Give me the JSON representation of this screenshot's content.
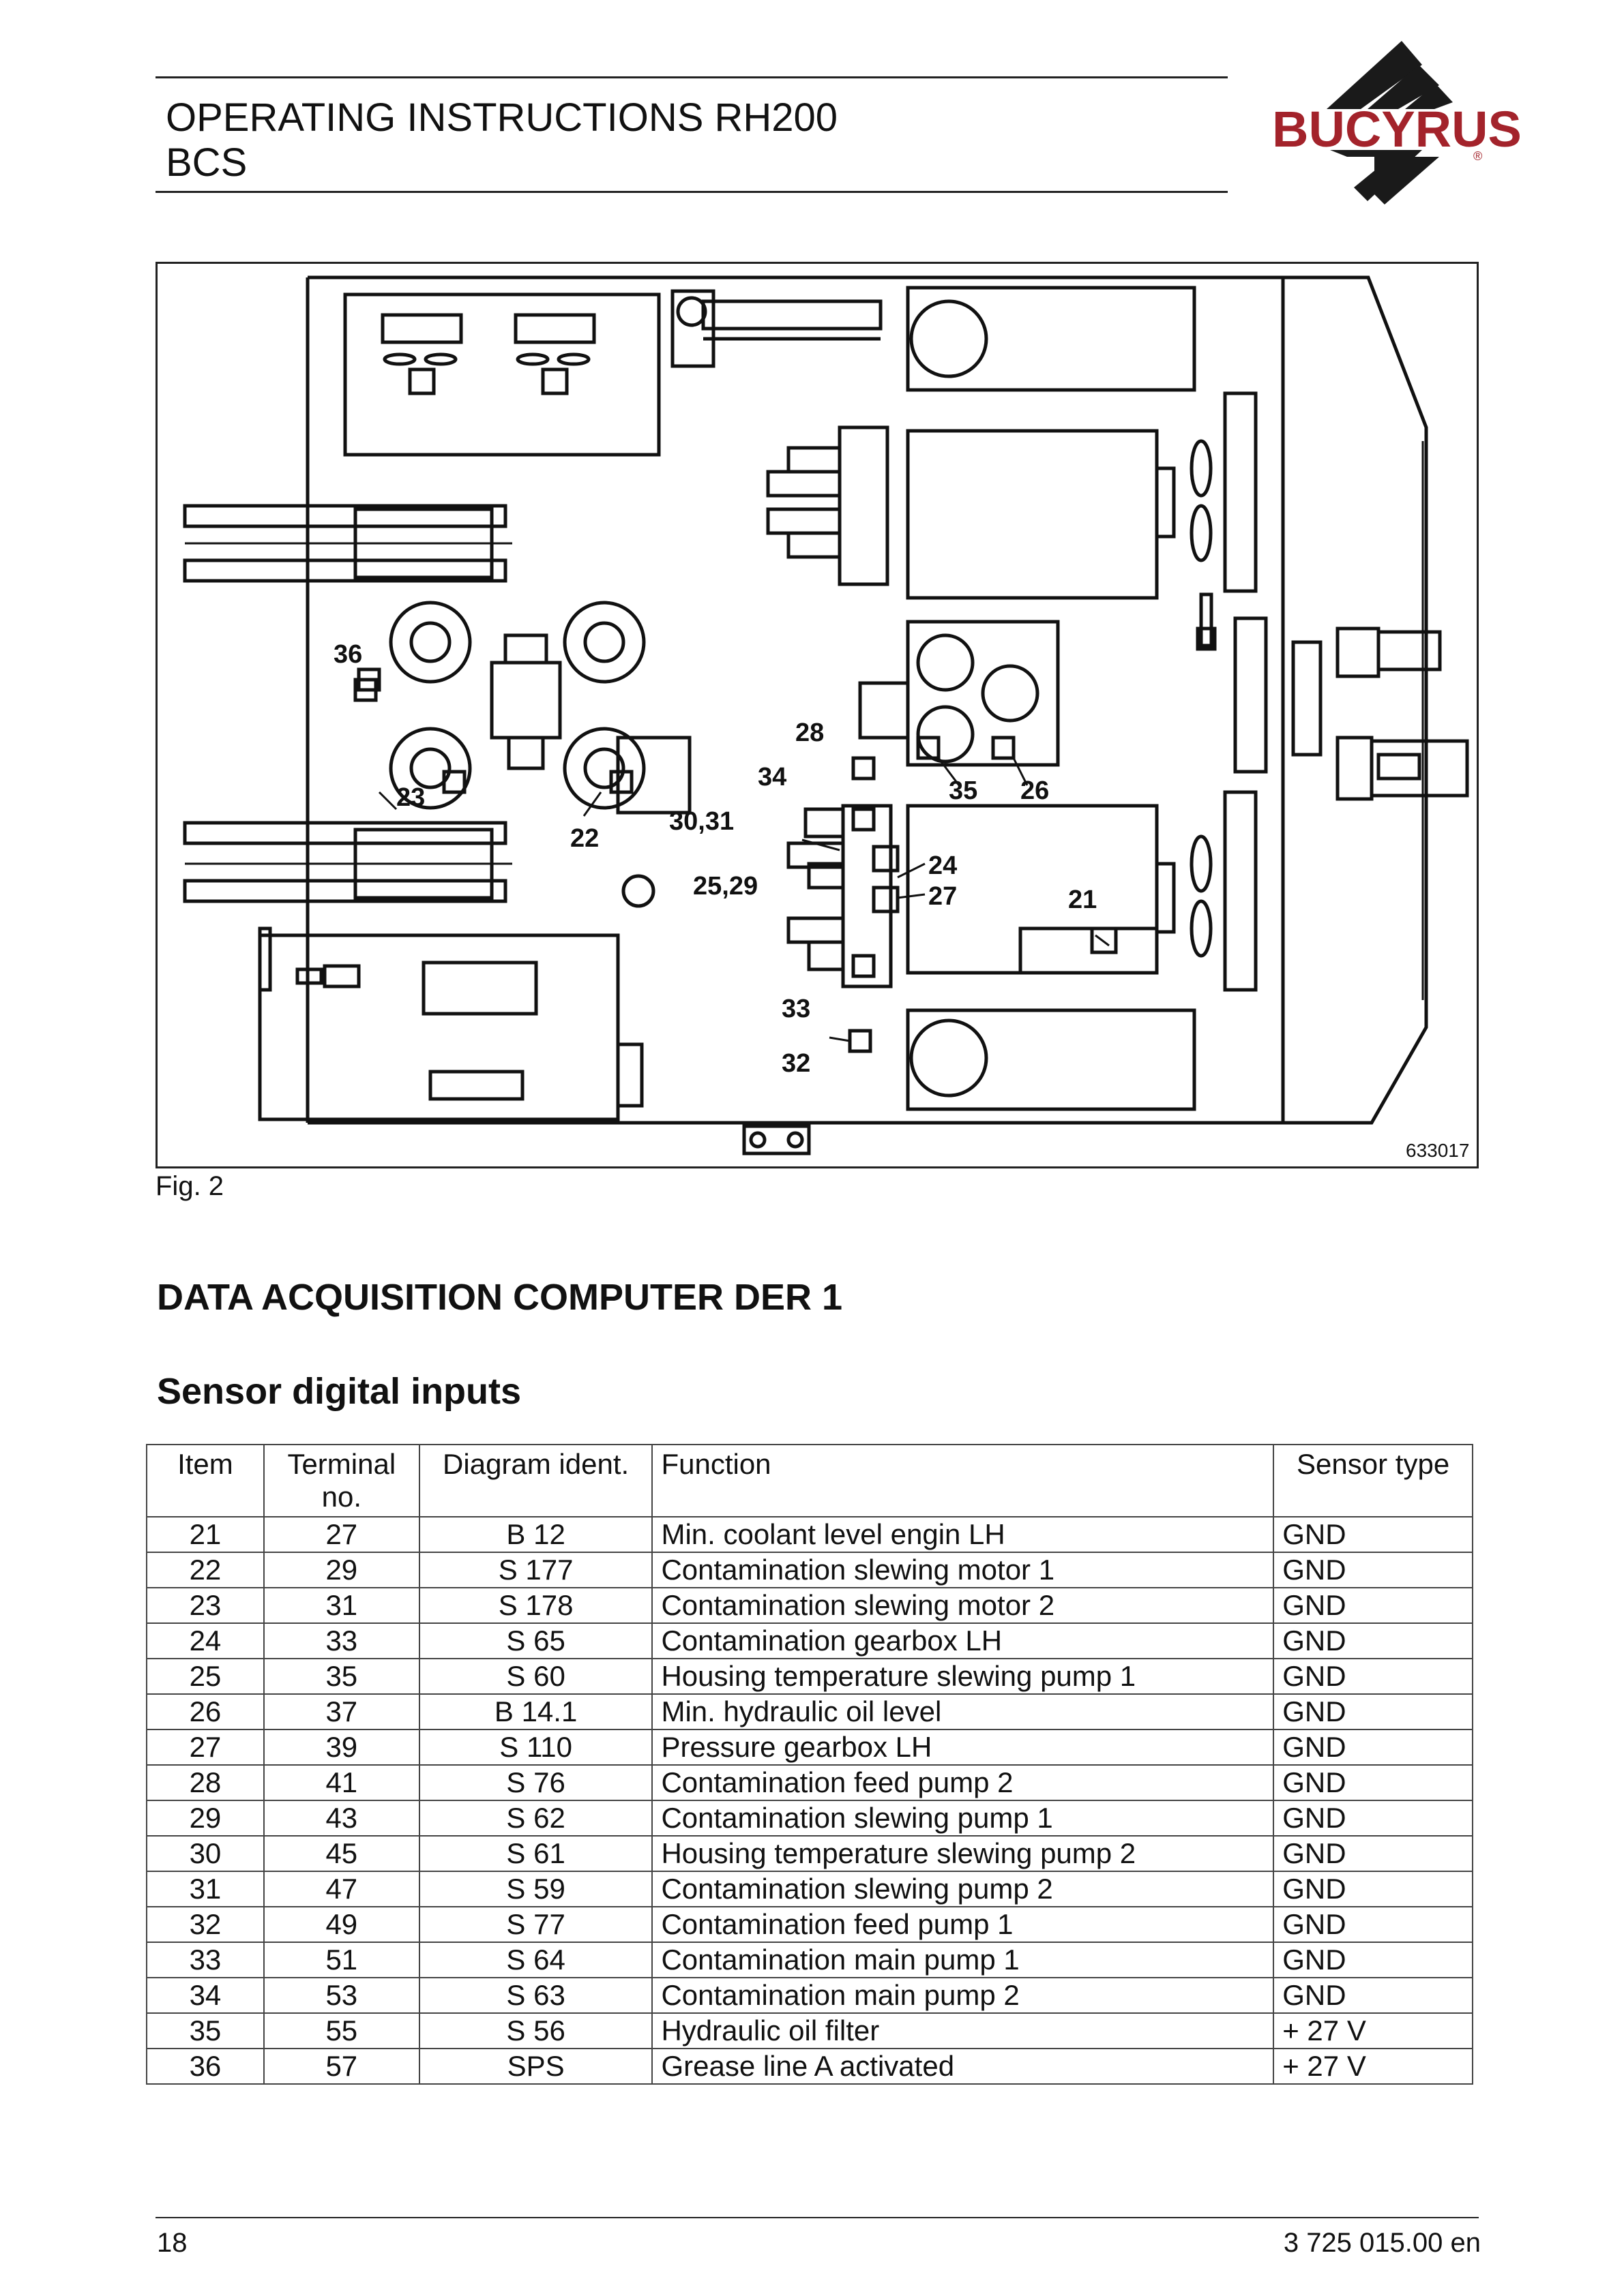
{
  "header": {
    "title_line1": "OPERATING INSTRUCTIONS RH200",
    "title_line2": "BCS",
    "logo_text": "BUCYRUS",
    "logo_mark": "®"
  },
  "figure": {
    "drawing_number": "633017",
    "caption": "Fig. 2",
    "callouts": [
      "36",
      "23",
      "22",
      "28",
      "34",
      "30,31",
      "35",
      "26",
      "24",
      "27",
      "25,29",
      "21",
      "33",
      "32"
    ]
  },
  "section_title": "DATA ACQUISITION COMPUTER DER 1",
  "subsection_title": "Sensor digital inputs",
  "table": {
    "headers": {
      "item": "Item",
      "terminal": "Terminal no.",
      "diagram": "Diagram ident.",
      "function": "Function",
      "sensor": "Sensor type"
    },
    "rows": [
      {
        "item": "21",
        "terminal": "27",
        "diagram": "B 12",
        "function": "Min. coolant level engin LH",
        "sensor": "GND"
      },
      {
        "item": "22",
        "terminal": "29",
        "diagram": "S 177",
        "function": "Contamination slewing motor 1",
        "sensor": "GND"
      },
      {
        "item": "23",
        "terminal": "31",
        "diagram": "S 178",
        "function": "Contamination slewing motor 2",
        "sensor": "GND"
      },
      {
        "item": "24",
        "terminal": "33",
        "diagram": "S 65",
        "function": "Contamination gearbox LH",
        "sensor": "GND"
      },
      {
        "item": "25",
        "terminal": "35",
        "diagram": "S 60",
        "function": "Housing temperature slewing pump 1",
        "sensor": "GND"
      },
      {
        "item": "26",
        "terminal": "37",
        "diagram": "B 14.1",
        "function": "Min. hydraulic oil level",
        "sensor": "GND"
      },
      {
        "item": "27",
        "terminal": "39",
        "diagram": "S 110",
        "function": "Pressure gearbox LH",
        "sensor": "GND"
      },
      {
        "item": "28",
        "terminal": "41",
        "diagram": "S 76",
        "function": "Contamination feed pump 2",
        "sensor": "GND"
      },
      {
        "item": "29",
        "terminal": "43",
        "diagram": "S 62",
        "function": "Contamination slewing pump 1",
        "sensor": "GND"
      },
      {
        "item": "30",
        "terminal": "45",
        "diagram": "S 61",
        "function": "Housing temperature slewing pump 2",
        "sensor": "GND"
      },
      {
        "item": "31",
        "terminal": "47",
        "diagram": "S 59",
        "function": "Contamination slewing pump 2",
        "sensor": "GND"
      },
      {
        "item": "32",
        "terminal": "49",
        "diagram": "S 77",
        "function": "Contamination feed pump 1",
        "sensor": "GND"
      },
      {
        "item": "33",
        "terminal": "51",
        "diagram": "S 64",
        "function": "Contamination main pump 1",
        "sensor": "GND"
      },
      {
        "item": "34",
        "terminal": "53",
        "diagram": "S 63",
        "function": "Contamination main pump 2",
        "sensor": "GND"
      },
      {
        "item": "35",
        "terminal": "55",
        "diagram": "S 56",
        "function": "Hydraulic oil filter",
        "sensor": "+ 27 V"
      },
      {
        "item": "36",
        "terminal": "57",
        "diagram": "SPS",
        "function": "Grease line A activated",
        "sensor": "+ 27 V"
      }
    ]
  },
  "footer": {
    "page_number": "18",
    "document_number": "3 725 015.00 en"
  }
}
